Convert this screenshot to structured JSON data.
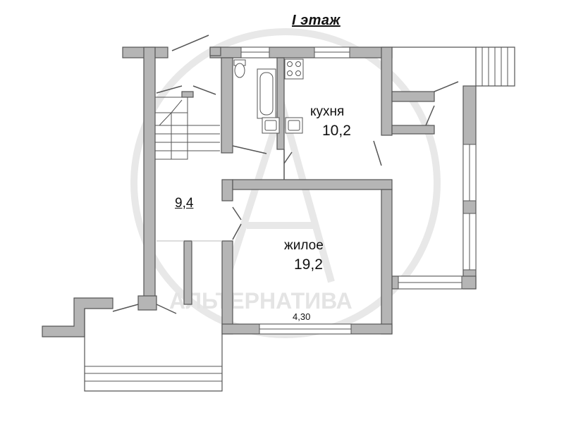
{
  "plan": {
    "title": "I этаж",
    "rooms": [
      {
        "id": "kitchen",
        "name": "кухня",
        "area": "10,2"
      },
      {
        "id": "hall",
        "name": "",
        "area": "9,4"
      },
      {
        "id": "living",
        "name": "жилое",
        "area": "19,2"
      }
    ],
    "dimension": "4,30"
  },
  "colors": {
    "wall_fill": "#b5b5b5",
    "wall_stroke": "#555555",
    "line": "#444444",
    "watermark": "#e6e6e6"
  }
}
